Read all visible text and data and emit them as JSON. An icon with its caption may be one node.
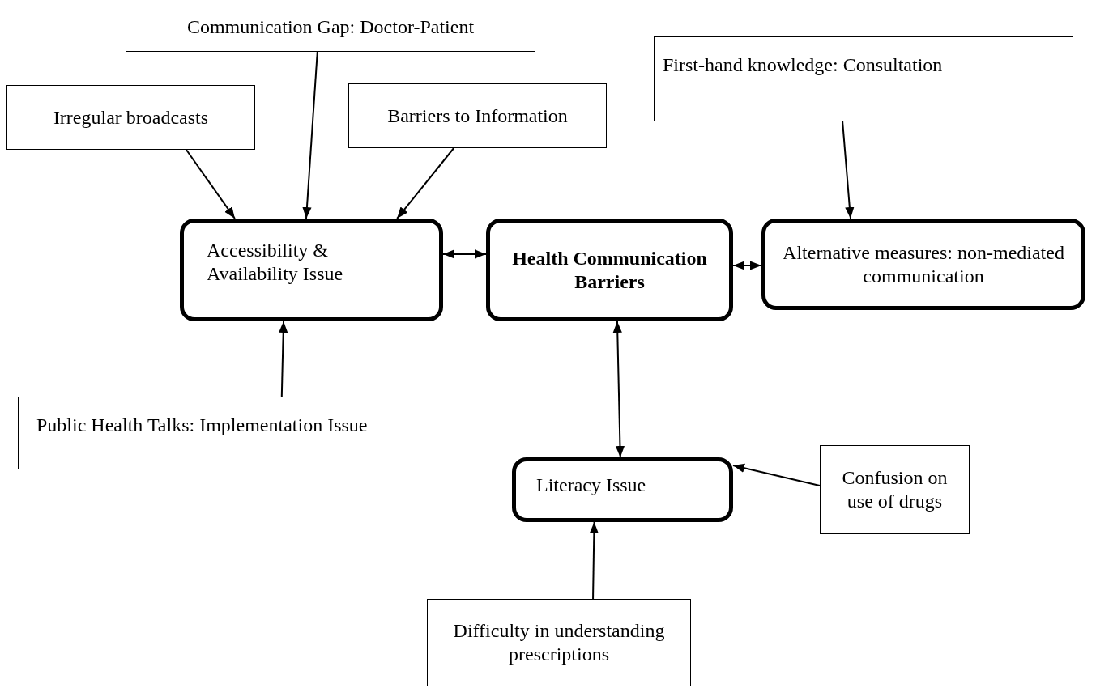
{
  "diagram": {
    "nodes": [
      {
        "text": [
          "Communication Gap: Doctor-Patient"
        ]
      },
      {
        "text": [
          "Irregular broadcasts"
        ]
      },
      {
        "text": [
          "Barriers to Information"
        ]
      },
      {
        "text": [
          "First-hand knowledge: Consultation"
        ]
      },
      {
        "text": [
          "Accessibility & Availability Issue"
        ]
      },
      {
        "text": [
          "Health Communication Barriers"
        ]
      },
      {
        "text": [
          "Alternative measures: non-mediated communication"
        ]
      },
      {
        "text": [
          "Public Health Talks: Implementation Issue"
        ]
      },
      {
        "text": [
          "Literacy Issue"
        ]
      },
      {
        "text": [
          "Confusion on use of drugs"
        ]
      },
      {
        "text": [
          "Difficulty in understanding prescriptions"
        ]
      }
    ],
    "edges": [
      {
        "from": 1,
        "to": 4,
        "arrow": "to"
      },
      {
        "from": 0,
        "to": 4,
        "arrow": "to"
      },
      {
        "from": 2,
        "to": 4,
        "arrow": "to"
      },
      {
        "from": 3,
        "to": 6,
        "arrow": "to"
      },
      {
        "from": 4,
        "to": 5,
        "arrow": "both"
      },
      {
        "from": 5,
        "to": 6,
        "arrow": "both"
      },
      {
        "from": 7,
        "to": 4,
        "arrow": "to"
      },
      {
        "from": 5,
        "to": 8,
        "arrow": "both"
      },
      {
        "from": 9,
        "to": 8,
        "arrow": "to"
      },
      {
        "from": 10,
        "to": 8,
        "arrow": "to"
      }
    ]
  }
}
